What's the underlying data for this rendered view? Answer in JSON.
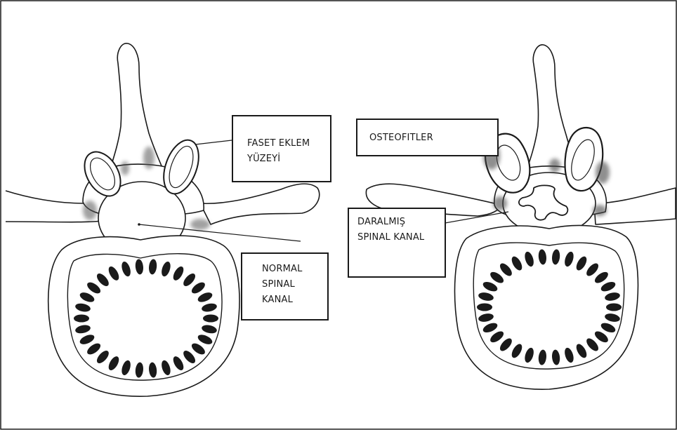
{
  "labels": {
    "facet_surface": [
      "FASET EKLEM",
      "YÜZEYİ"
    ],
    "osteophytes": [
      "OSTEOFITLER"
    ],
    "narrowed_canal": [
      "DARALMIŞ",
      "SPINAL KANAL"
    ],
    "normal_canal": [
      "NORMAL",
      "SPINAL",
      "KANAL"
    ]
  },
  "colors": {
    "ink": "#1a1a1a",
    "shade": "#8a8a8a",
    "background": "#ffffff"
  }
}
